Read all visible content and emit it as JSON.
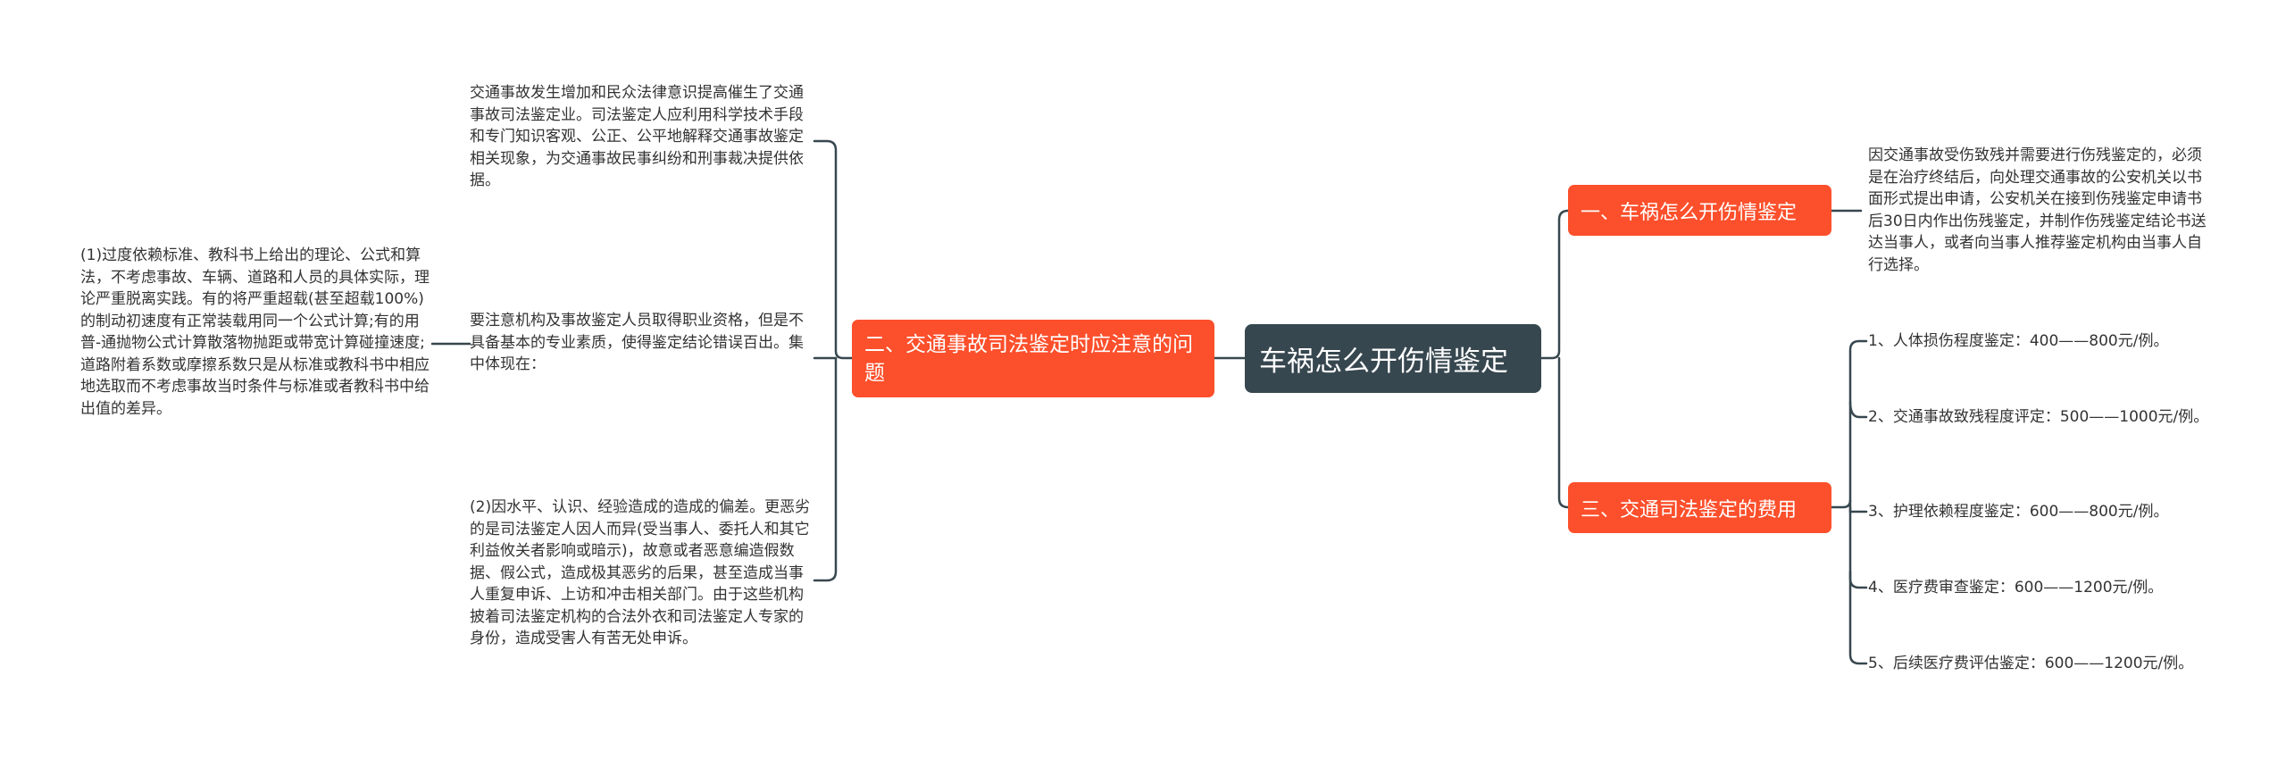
{
  "root": {
    "title": "车祸怎么开伤情鉴定"
  },
  "branches": {
    "b1": {
      "label": "一、车祸怎么开伤情鉴定",
      "text": "因交通事故受伤致残并需要进行伤残鉴定的，必须是在治疗终结后，向处理交通事故的公安机关以书面形式提出申请，公安机关在接到伤残鉴定申请书后30日内作出伤残鉴定，并制作伤残鉴定结论书送达当事人，或者向当事人推荐鉴定机构由当事人自行选择。"
    },
    "b2": {
      "label": "二、交通事故司法鉴定时应注意的问题",
      "leaves": [
        "交通事故发生增加和民众法律意识提高催生了交通事故司法鉴定业。司法鉴定人应利用科学技术手段和专门知识客观、公正、公平地解释交通事故鉴定相关现象，为交通事故民事纠纷和刑事裁决提供依据。",
        "要注意机构及事故鉴定人员取得职业资格，但是不具备基本的专业素质，使得鉴定结论错误百出。集中体现在：",
        "(2)因水平、认识、经验造成的造成的偏差。更恶劣的是司法鉴定人因人而异(受当事人、委托人和其它利益攸关者影响或暗示)，故意或者恶意编造假数据、假公式，造成极其恶劣的后果，甚至造成当事人重复申诉、上访和冲击相关部门。由于这些机构披着司法鉴定机构的合法外衣和司法鉴定人专家的身份，造成受害人有苦无处申诉。"
      ],
      "sub_leaf": "(1)过度依赖标准、教科书上给出的理论、公式和算法，不考虑事故、车辆、道路和人员的具体实际，理论严重脱离实践。有的将严重超载(甚至超载100%)的制动初速度有正常装载用同一个公式计算;有的用普-通抛物公式计算散落物抛距或带宽计算碰撞速度;道路附着系数或摩擦系数只是从标准或教科书中相应地选取而不考虑事故当时条件与标准或者教科书中给出值的差异。"
    },
    "b3": {
      "label": "三、交通司法鉴定的费用",
      "fees": [
        "1、人体损伤程度鉴定：400——800元/例。",
        "2、交通事故致残程度评定：500——1000元/例。",
        "3、护理依赖程度鉴定：600——800元/例。",
        "4、医疗费审查鉴定：600——1200元/例。",
        "5、后续医疗费评估鉴定：600——1200元/例。"
      ]
    }
  },
  "colors": {
    "root_bg": "#37474f",
    "branch_bg": "#fc4f2b",
    "edge": "#37474f",
    "text": "#333333"
  }
}
